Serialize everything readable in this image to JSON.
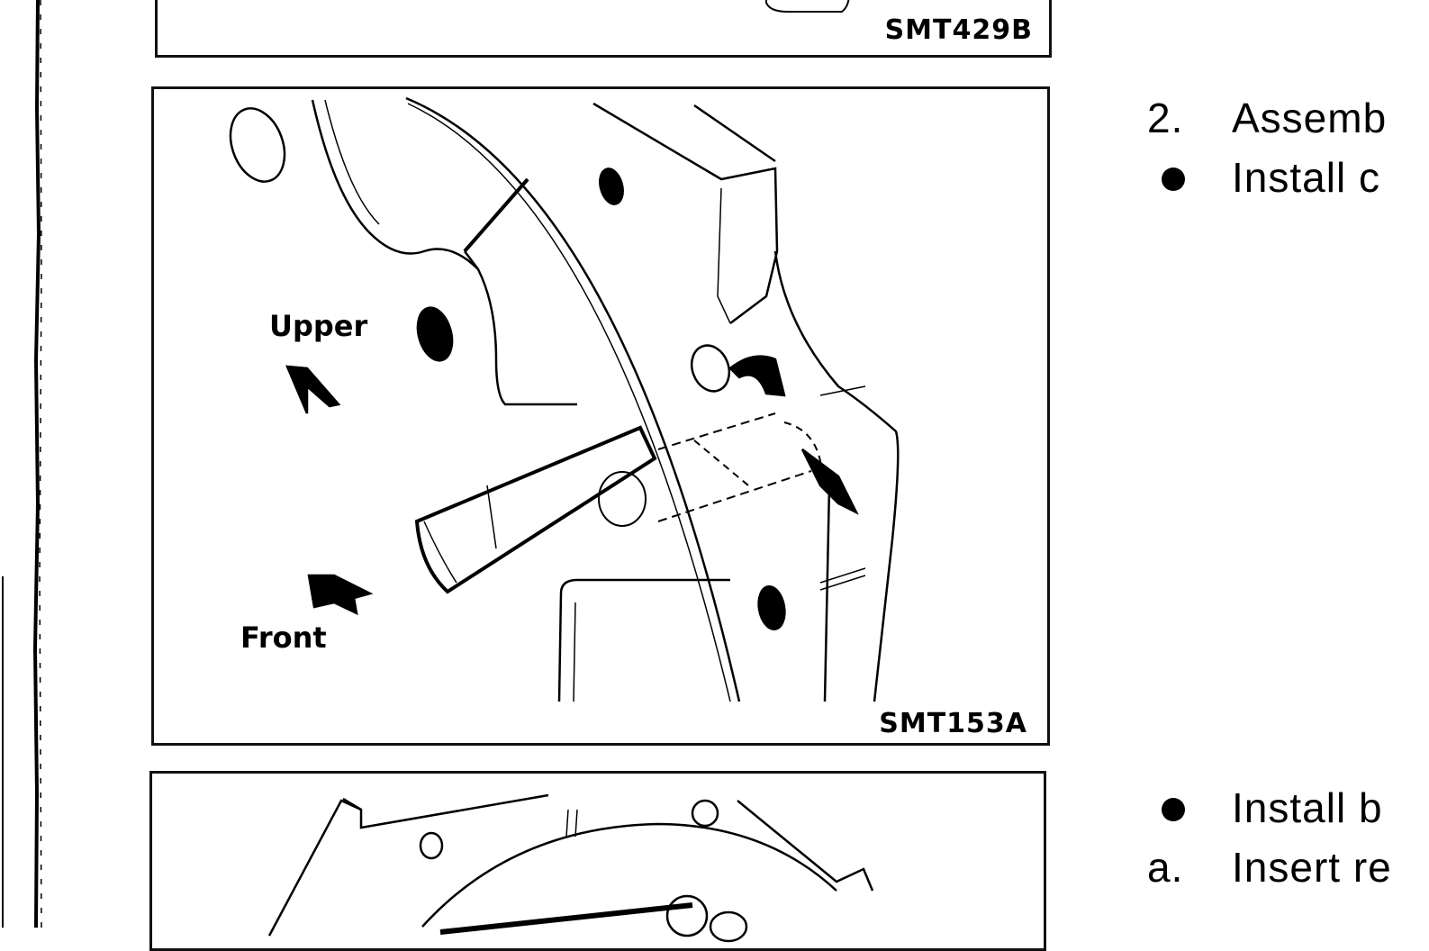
{
  "figures": {
    "top": {
      "code": "SMT429B"
    },
    "middle": {
      "code": "SMT153A",
      "label_upper": "Upper",
      "label_front": "Front"
    },
    "bottom": {
      "code": ""
    }
  },
  "text": {
    "item2_number": "2.",
    "item2_text": "Assemb",
    "bullet1_text": "Install c",
    "bullet2_text": "Install b",
    "itema_letter": "a.",
    "itema_text": "Insert re"
  }
}
